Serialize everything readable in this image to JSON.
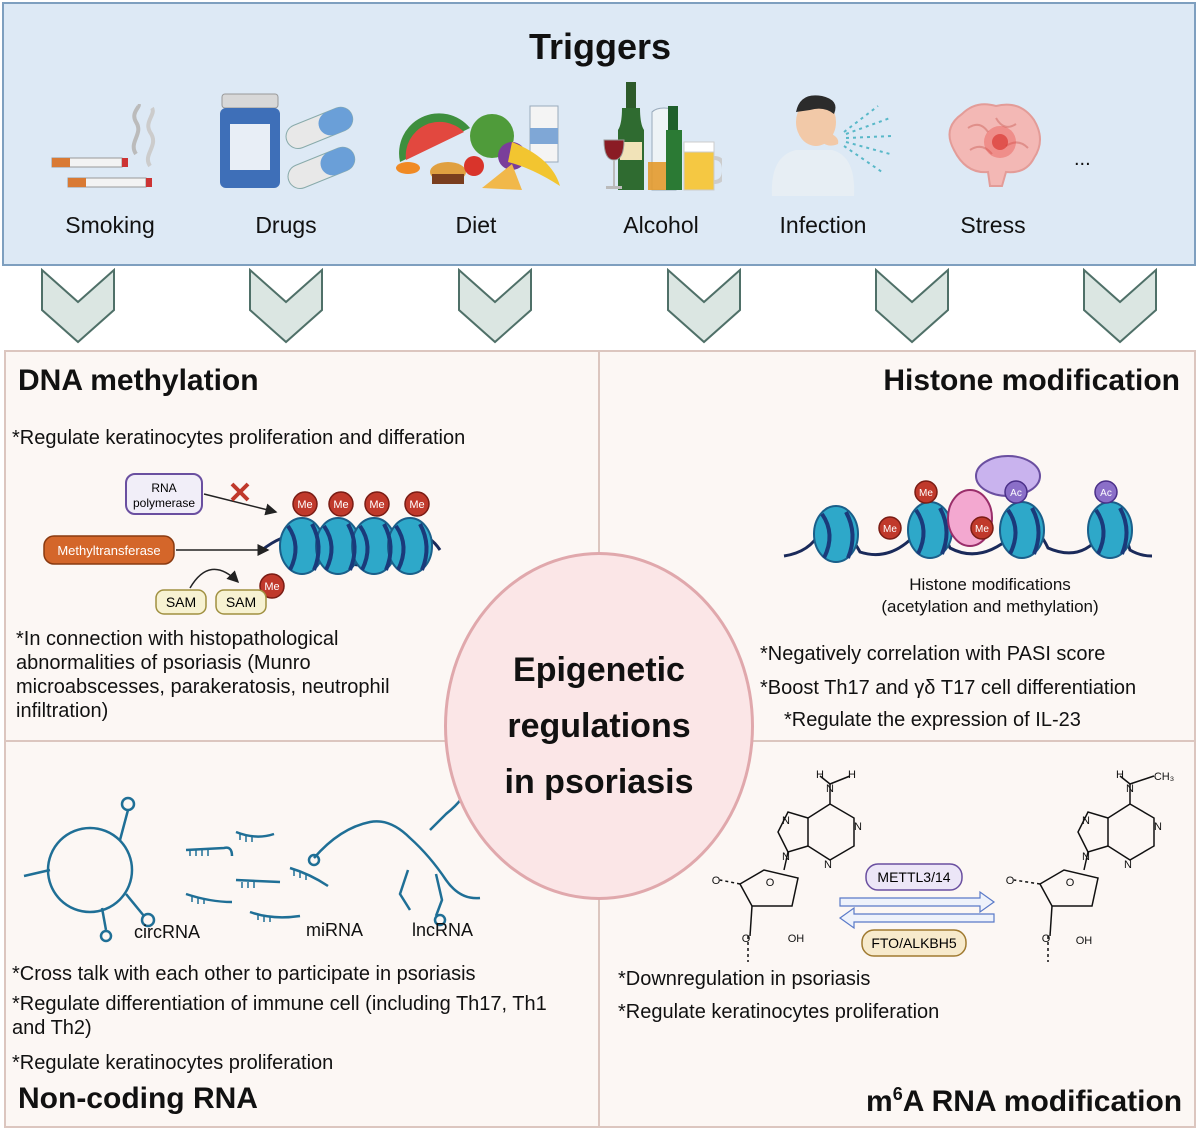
{
  "triggers": {
    "title": "Triggers",
    "items": [
      {
        "label": "Smoking"
      },
      {
        "label": "Drugs"
      },
      {
        "label": "Diet"
      },
      {
        "label": "Alcohol"
      },
      {
        "label": "Infection"
      },
      {
        "label": "Stress"
      }
    ],
    "more": "..."
  },
  "center": {
    "line1": "Epigenetic",
    "line2": "regulations",
    "line3": "in psoriasis"
  },
  "dna_methylation": {
    "title": "DNA methylation",
    "point1": "*Regulate keratinocytes proliferation and differation",
    "rna_pol_line1": "RNA",
    "rna_pol_line2": "polymerase",
    "methyltransferase": "Methyltransferase",
    "sam1": "SAM",
    "sam2": "SAM",
    "me": "Me",
    "point2": "*In connection with histopathological abnormalities of psoriasis (Munro microabscesses, parakeratosis, neutrophil infiltration)"
  },
  "histone": {
    "title": "Histone modification",
    "me": "Me",
    "ac": "Ac",
    "caption_line1": "Histone modifications",
    "caption_line2": "(acetylation and methylation)",
    "point1": "*Negatively correlation with PASI score",
    "point2": "*Boost Th17 and γδ T17 cell differentiation",
    "point3": "*Regulate the expression of IL-23"
  },
  "ncrna": {
    "title": "Non-coding RNA",
    "circ": "circRNA",
    "mi": "miRNA",
    "lnc": "lncRNA",
    "point1": "*Cross talk with each other to participate in psoriasis",
    "point2": "*Regulate differentiation of immune cell (including Th17, Th1 and Th2)",
    "point3": "*Regulate keratinocytes proliferation"
  },
  "m6a": {
    "title_pre": "m",
    "title_sup": "6",
    "title_post": "A RNA modification",
    "writer": "METTL3/14",
    "eraser": "FTO/ALKBH5",
    "atom_h": "H",
    "atom_n": "N",
    "atom_o": "O",
    "atom_oh": "OH",
    "atom_ch3": "CH₃",
    "point1": "*Downregulation in psoriasis",
    "point2": "*Regulate keratinocytes proliferation"
  }
}
